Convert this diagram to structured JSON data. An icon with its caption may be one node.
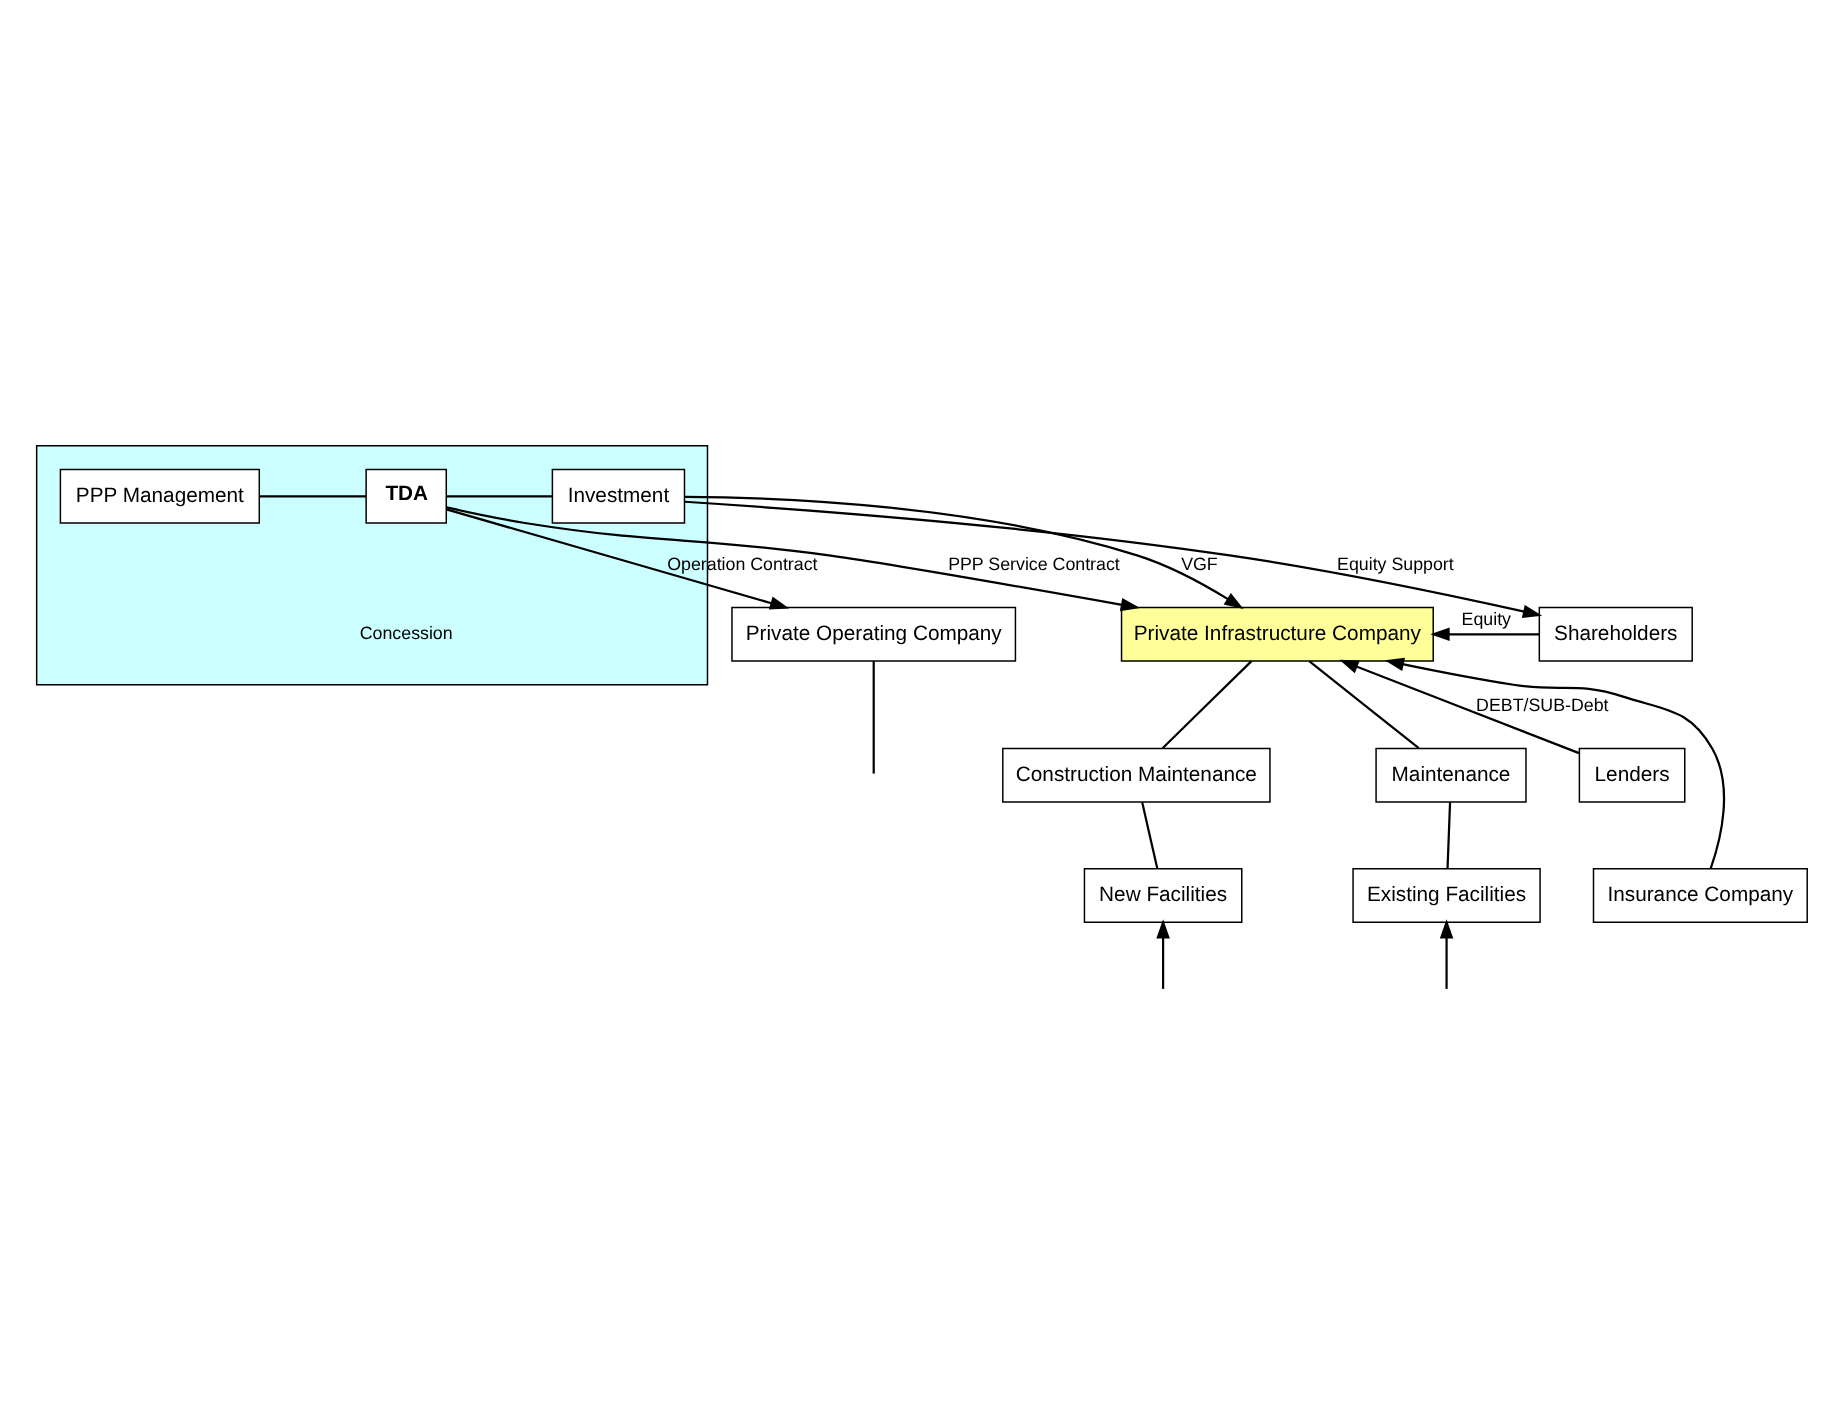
{
  "diagram": {
    "nodes": [
      {
        "text": [],
        "shape": "box"
      },
      {
        "text": [
          "PPP Management"
        ],
        "in": 0
      },
      {
        "text": [
          "TDA"
        ],
        "in": 0
      },
      {
        "text": [
          "Investment"
        ],
        "in": 0
      },
      {
        "text": [
          "Private Operating Company"
        ]
      },
      {
        "text": [
          "Private Infrastructure Company"
        ]
      },
      {
        "text": [
          "Shareholders"
        ]
      },
      {
        "text": [
          "Lenders"
        ]
      },
      {
        "text": [
          "Insurance Company"
        ]
      },
      {
        "text": [
          "Construction Maintenance"
        ]
      },
      {
        "text": [
          "Maintenance"
        ]
      },
      {
        "text": [
          "New Facilities"
        ]
      },
      {
        "text": [
          "Existing Facilities"
        ]
      }
    ],
    "edges": [
      {
        "from": 1,
        "to": 2,
        "arrow": "none"
      },
      {
        "from": 2,
        "to": 3,
        "arrow": "none"
      },
      {
        "from": 2,
        "to": 4,
        "arrow": "to",
        "label": "Operation Contract"
      },
      {
        "from": 2,
        "to": 5,
        "arrow": "to",
        "label": "PPP Service Contract"
      },
      {
        "from": 3,
        "to": 5,
        "arrow": "to",
        "label": "VGF"
      },
      {
        "from": 3,
        "to": 6,
        "arrow": "to",
        "label": "Equity Support"
      },
      {
        "from": 6,
        "to": 5,
        "arrow": "to",
        "label": "Equity"
      },
      {
        "from": 7,
        "to": 5,
        "arrow": "to",
        "label": "DEBT/SUB-Debt"
      },
      {
        "from": 8,
        "to": 5,
        "arrow": "to"
      },
      {
        "from": 5,
        "to": 9,
        "arrow": "none"
      },
      {
        "from": 5,
        "to": 10,
        "arrow": "none"
      },
      {
        "from": 9,
        "to": 11,
        "arrow": "none"
      },
      {
        "from": 10,
        "to": 12,
        "arrow": "none"
      },
      {
        "from": null,
        "to": 11,
        "arrow": "to"
      },
      {
        "from": null,
        "to": 12,
        "arrow": "to"
      },
      {
        "from": 4,
        "to": null,
        "arrow": "none"
      }
    ],
    "labels": [
      "Concession"
    ]
  }
}
